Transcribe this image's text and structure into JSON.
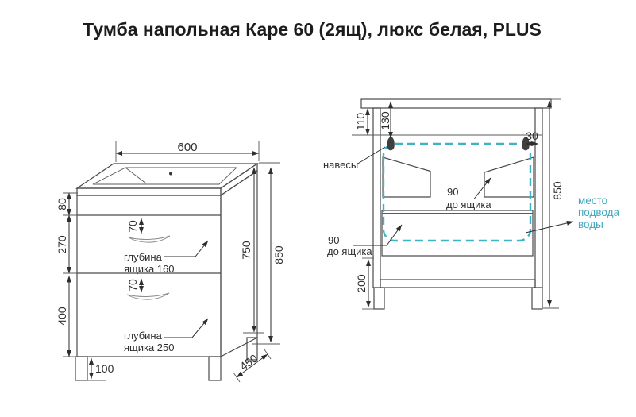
{
  "title": "Тумба напольная Каре 60 (2ящ), люкс белая, PLUS",
  "front_view": {
    "width": "600",
    "top_section_height": "80",
    "drawer1_front_height": "270",
    "drawer2_front_height": "400",
    "handle_offset_top": "70",
    "handle_offset_bottom": "70",
    "body_height": "750",
    "total_height": "850",
    "leg_height": "100",
    "depth": "450",
    "drawer1_depth_label": [
      "глубина",
      "ящика 160"
    ],
    "drawer2_depth_label": [
      "глубина",
      "ящика 250"
    ]
  },
  "back_view": {
    "top_rail_height": "110",
    "hanger_drop": "130",
    "hanger_inset": "30",
    "total_height": "850",
    "bottom_gap": "200",
    "hangers_label": "навесы",
    "upper_drawer_gap": {
      "value": "90",
      "caption": "до ящика"
    },
    "lower_drawer_gap": {
      "value": "90",
      "caption": "до ящика"
    },
    "water_supply_label": [
      "место",
      "подвода",
      "воды"
    ]
  },
  "colors": {
    "teal": "#3FA9BE",
    "line": "#2E2E2E"
  }
}
